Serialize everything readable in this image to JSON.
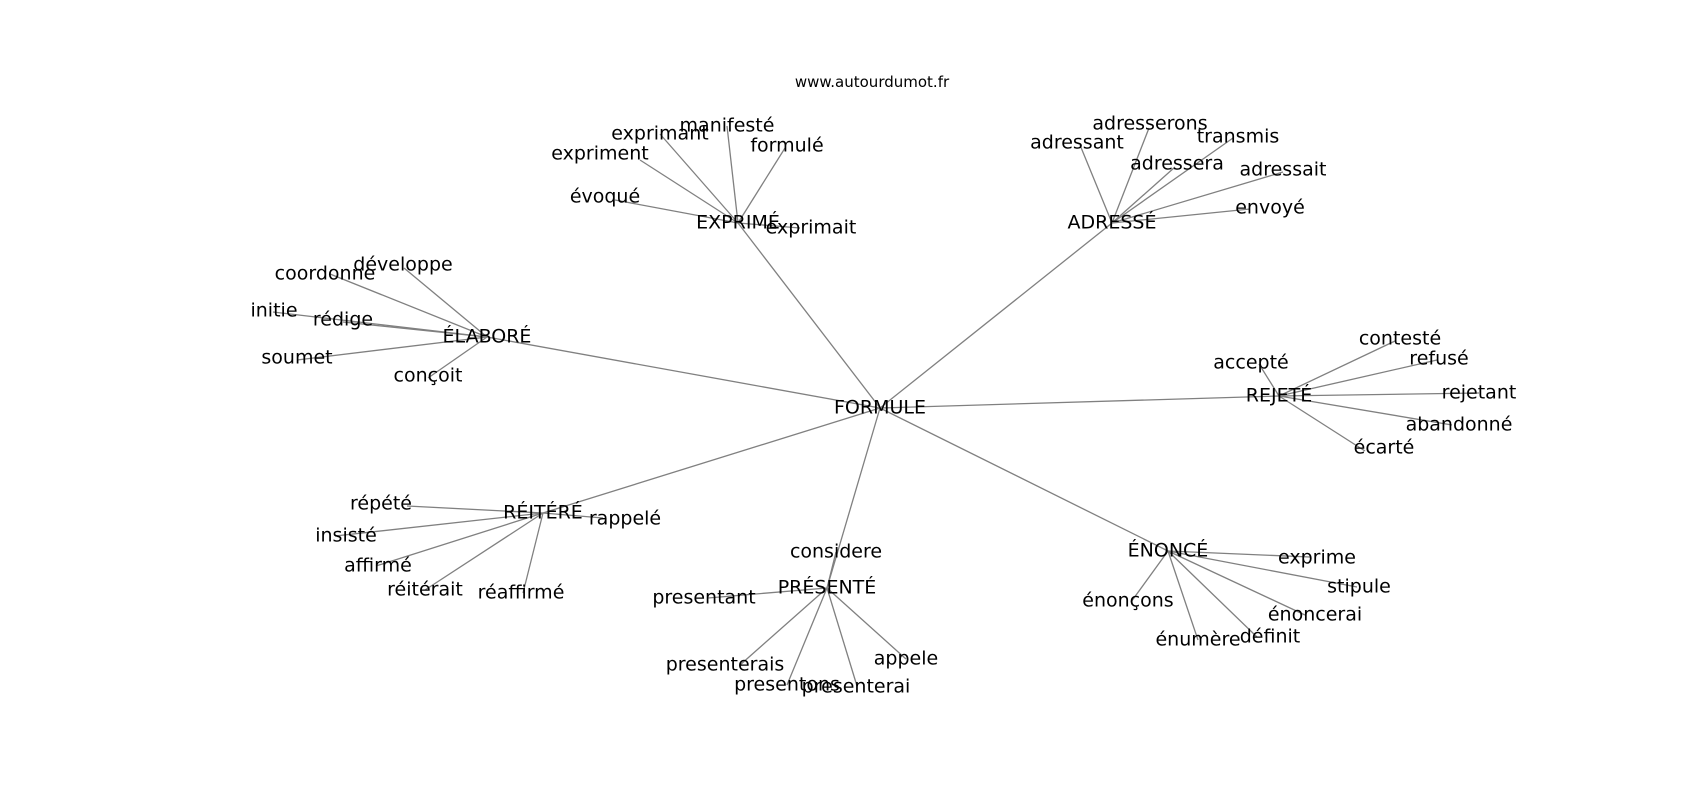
{
  "site": "www.autourdumot.fr",
  "center": "FORMULE",
  "groups": [
    {
      "word": "EXPRIMÉ",
      "leaves": [
        "manifesté",
        "exprimant",
        "formulé",
        "expriment",
        "évoqué",
        "exprimait"
      ]
    },
    {
      "word": "ADRESSÉ",
      "leaves": [
        "adresserons",
        "adressant",
        "transmis",
        "adressera",
        "adressait",
        "envoyé"
      ]
    },
    {
      "word": "ÉLABORÉ",
      "leaves": [
        "développe",
        "coordonne",
        "initie",
        "rédige",
        "soumet",
        "conçoit"
      ]
    },
    {
      "word": "REJETÉ",
      "leaves": [
        "contesté",
        "accepté",
        "refusé",
        "rejetant",
        "abandonné",
        "écarté"
      ]
    },
    {
      "word": "RÉITÉRÉ",
      "leaves": [
        "répété",
        "rappelé",
        "insisté",
        "affirmé",
        "réitérait",
        "réaffirmé"
      ]
    },
    {
      "word": "PRÉSENTÉ",
      "leaves": [
        "considere",
        "presentant",
        "appele",
        "presenterais",
        "presentons",
        "presenterai"
      ]
    },
    {
      "word": "ÉNONCÉ",
      "leaves": [
        "exprime",
        "stipule",
        "énonçons",
        "énoncerai",
        "définit",
        "énumère"
      ]
    }
  ]
}
